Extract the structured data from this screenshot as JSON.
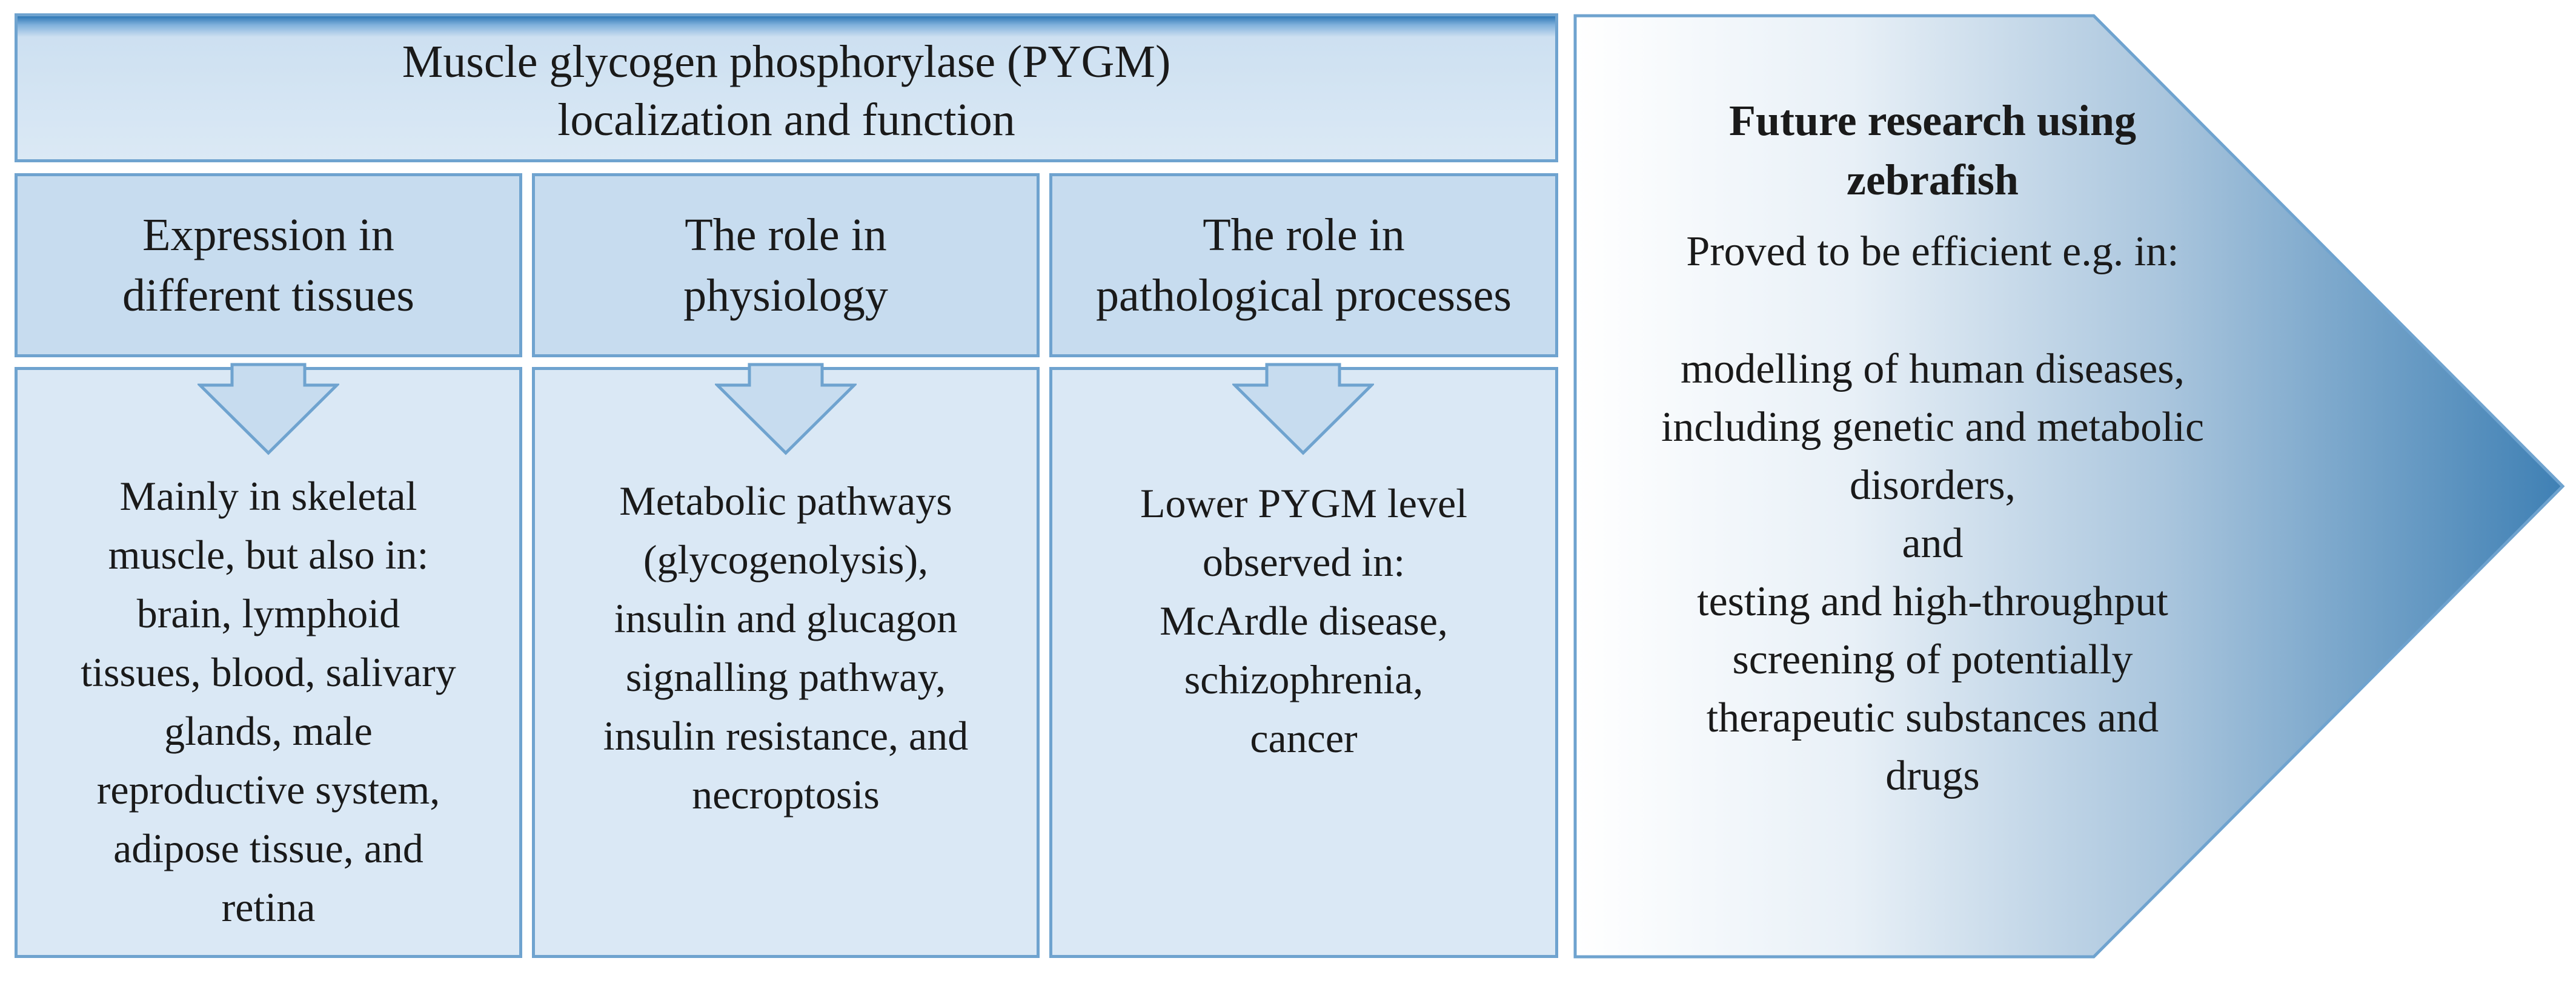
{
  "header": {
    "line1": "Muscle glycogen phosphorylase (PYGM)",
    "line2": "localization and function"
  },
  "columns": [
    {
      "heading": [
        "Expression in",
        "different tissues"
      ],
      "body": [
        "Mainly in skeletal",
        "muscle, but also in:",
        "brain, lymphoid",
        "tissues, blood, salivary",
        "glands, male",
        "reproductive system,",
        "adipose tissue, and",
        "retina"
      ]
    },
    {
      "heading": [
        "The role in",
        "physiology"
      ],
      "body": [
        "Metabolic pathways",
        "(glycogenolysis),",
        "insulin and glucagon",
        "signalling pathway,",
        "insulin resistance, and",
        "necroptosis"
      ]
    },
    {
      "heading": [
        "The role in",
        "pathological processes"
      ],
      "body": [
        "Lower PYGM level",
        "observed in:",
        "McArdle disease,",
        "schizophrenia,",
        "cancer"
      ]
    }
  ],
  "future": {
    "title": [
      "Future research using",
      "zebrafish"
    ],
    "subtitle": "Proved to be efficient e.g. in:",
    "items": [
      "modelling of human diseases,",
      "including genetic and metabolic",
      "disorders,",
      "and",
      "testing and high-throughput",
      "screening of potentially",
      "therapeutic substances and",
      "drugs"
    ]
  },
  "colors": {
    "border": "#6fa3cf",
    "box_fill": "#dae8f5",
    "heading_fill": "#c7dcef",
    "arrow_gradient_end": "#3f80b4"
  }
}
